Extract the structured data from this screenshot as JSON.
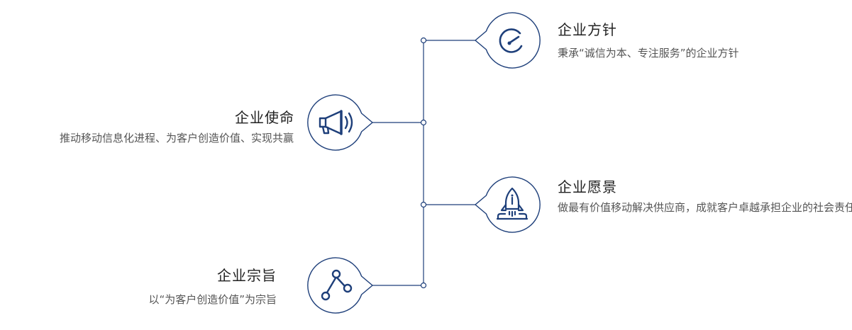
{
  "colors": {
    "accent": "#1e3f7a",
    "line": "#1e3f7a"
  },
  "items": {
    "policy": {
      "title": "企业方针",
      "desc": "秉承“诚信为本、专注服务”的企业方针",
      "icon": "gauge-icon"
    },
    "mission": {
      "title": "企业使命",
      "desc": "推动移动信息化进程、为客户创造价值、实现共赢",
      "icon": "megaphone-icon"
    },
    "vision": {
      "title": "企业愿景",
      "desc": "做最有价值移动解决供应商，成就客户卓越承担企业的社会责任",
      "icon": "rocket-icon"
    },
    "purpose": {
      "title": "企业宗旨",
      "desc": "以“为客户创造价值”为宗旨",
      "icon": "network-icon"
    }
  }
}
